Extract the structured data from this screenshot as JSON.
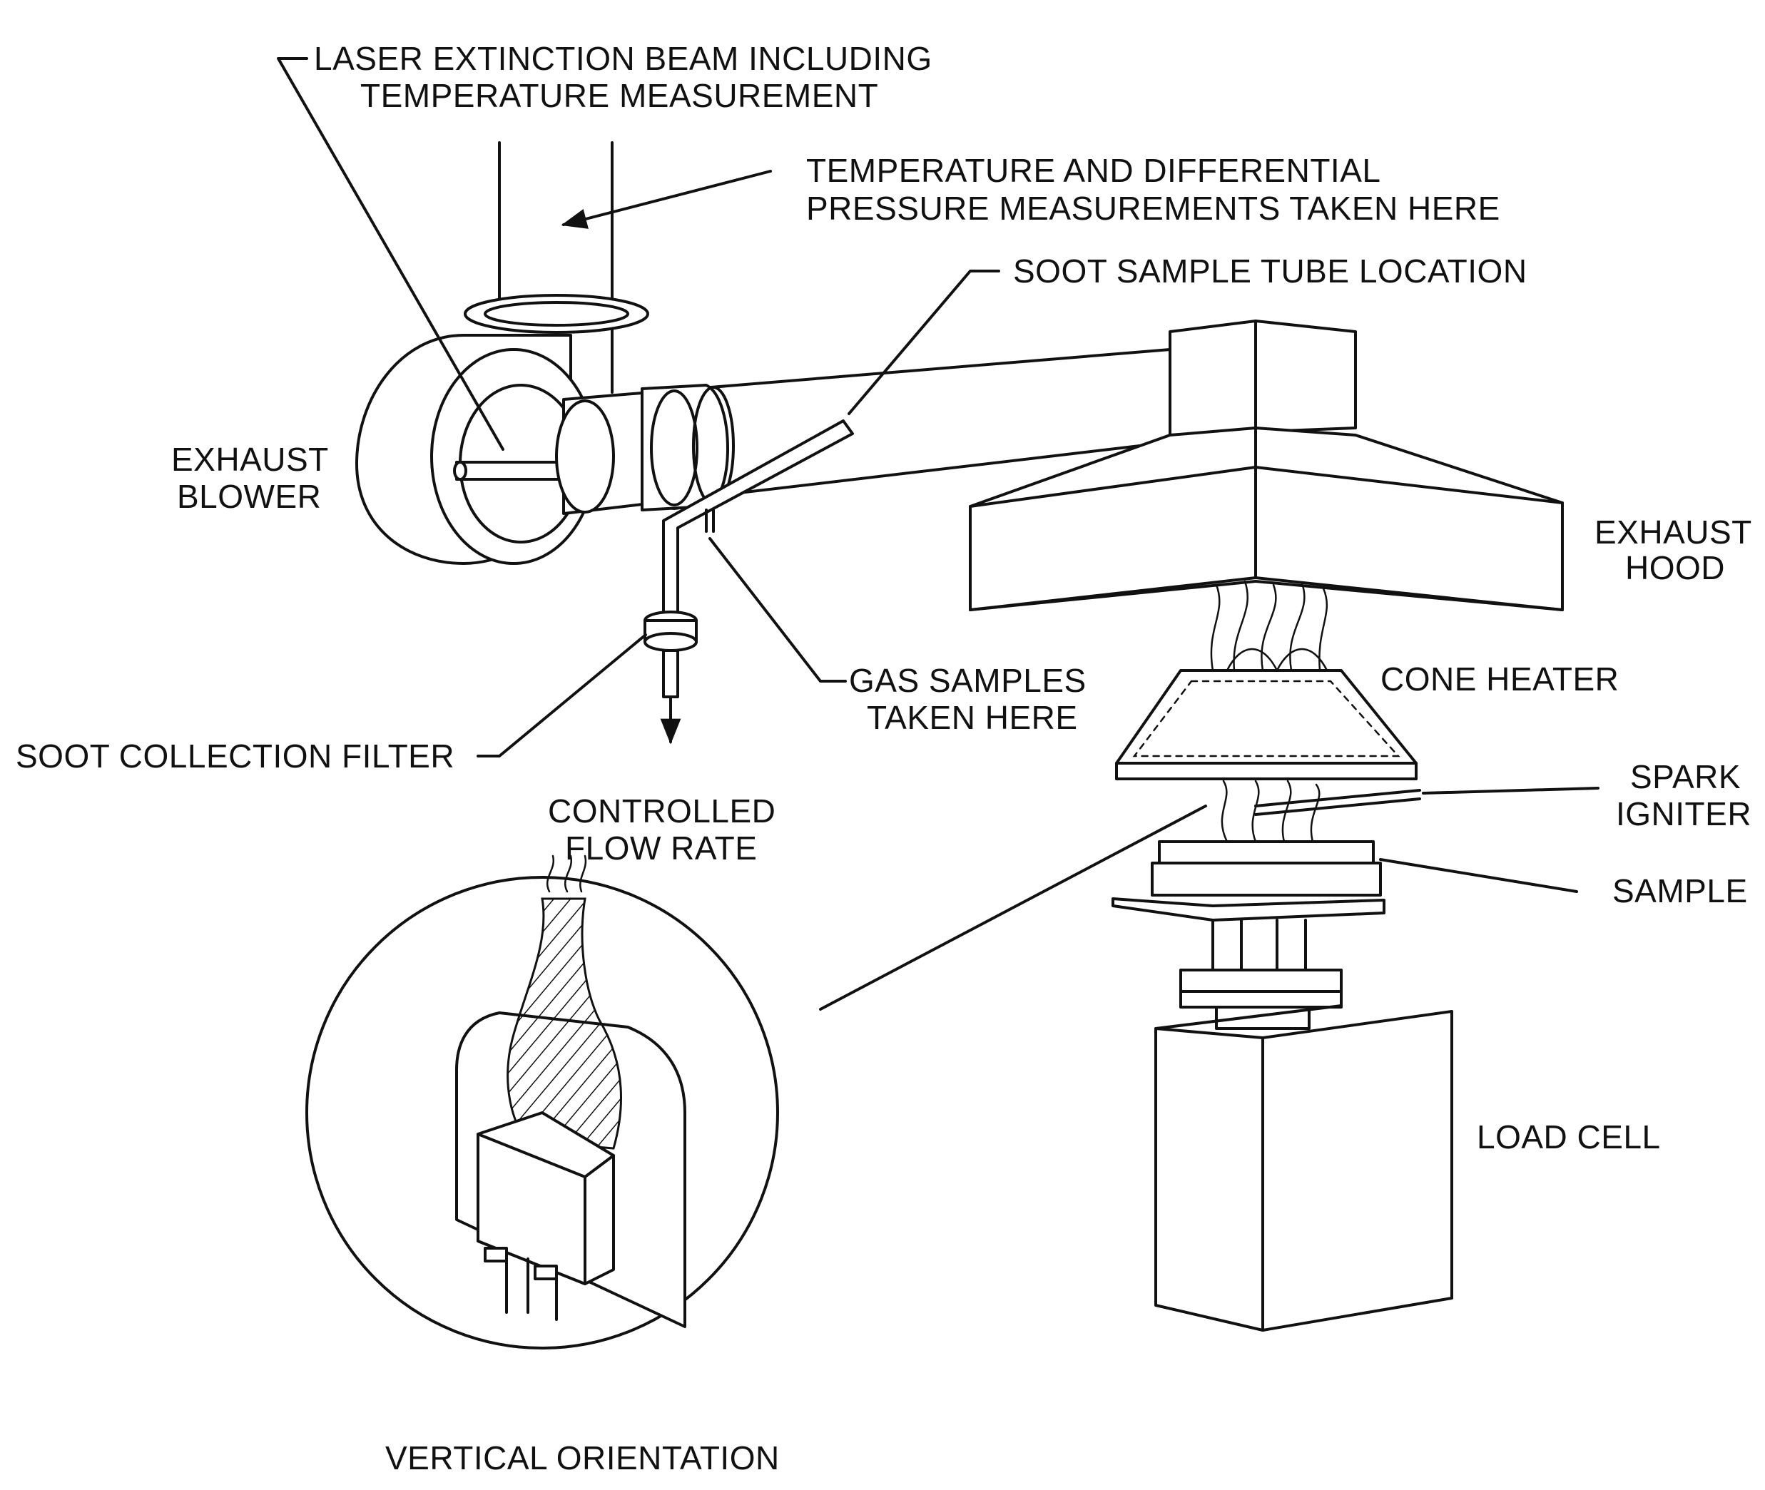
{
  "labels": {
    "laser_line1": "LASER EXTINCTION BEAM INCLUDING",
    "laser_line2": "TEMPERATURE MEASUREMENT",
    "temp_line1": "TEMPERATURE AND DIFFERENTIAL",
    "temp_line2": "PRESSURE MEASUREMENTS TAKEN HERE",
    "soot_tube": "SOOT SAMPLE TUBE LOCATION",
    "exhaust_blower_line1": "EXHAUST",
    "exhaust_blower_line2": "BLOWER",
    "exhaust_hood_line1": "EXHAUST",
    "exhaust_hood_line2": "HOOD",
    "gas_line1": "GAS SAMPLES",
    "gas_line2": "TAKEN HERE",
    "cone_heater": "CONE HEATER",
    "soot_filter": "SOOT COLLECTION FILTER",
    "spark_line1": "SPARK",
    "spark_line2": "IGNITER",
    "flow_line1": "CONTROLLED",
    "flow_line2": "FLOW RATE",
    "sample": "SAMPLE",
    "load_cell": "LOAD CELL",
    "vertical": "VERTICAL ORIENTATION"
  }
}
